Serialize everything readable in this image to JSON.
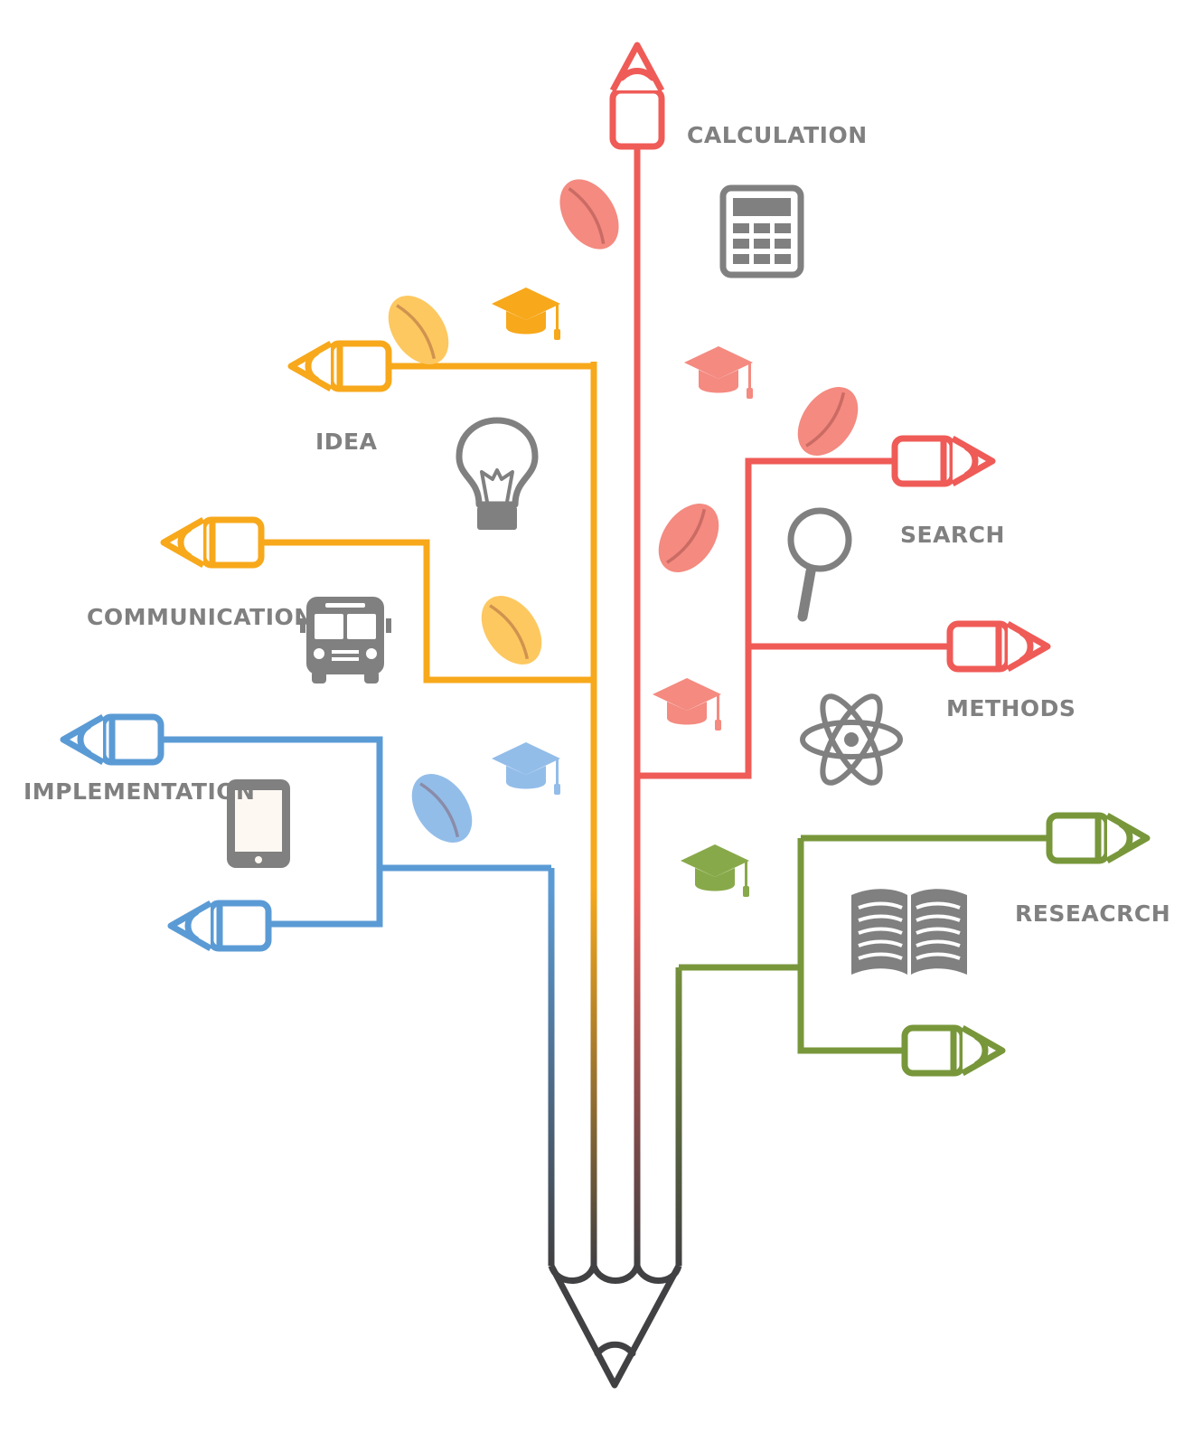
{
  "labels": {
    "calculation": "CALCULATION",
    "idea": "IDEA",
    "communication": "COMMUNICATION",
    "implementation": "IMPLEMENTATION",
    "search": "SEARCH",
    "methods": "METHODS",
    "research": "RESEACRCH"
  },
  "colors": {
    "red": "#ef5b57",
    "orange": "#f7a81b",
    "blue": "#5b9bd5",
    "green": "#78973b",
    "dark": "#414042",
    "icon_gray": "#808080",
    "label_gray": "#808080",
    "leaf_red": "#f48a80",
    "leaf_orange": "#fdc860",
    "leaf_blue": "#93bde9",
    "cap_orange": "#f7a81b",
    "cap_red": "#f48a80",
    "cap_blue": "#93bde9",
    "cap_green": "#88a94a"
  },
  "icons": [
    "calculator-icon",
    "lightbulb-icon",
    "school-bus-icon",
    "tablet-icon",
    "magnifier-icon",
    "atom-icon",
    "open-book-icon",
    "graduation-cap-icon",
    "leaf-icon",
    "pencil-icon"
  ]
}
